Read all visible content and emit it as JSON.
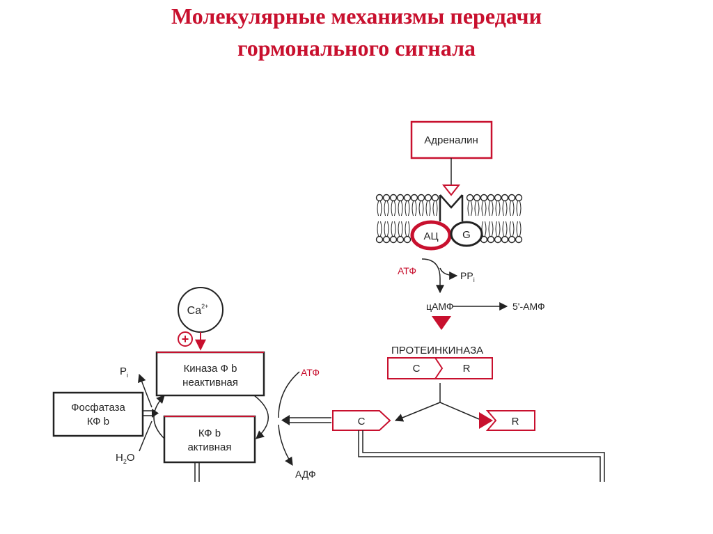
{
  "slide": {
    "title_line1": "Молекулярные механизмы передачи",
    "title_line2": "гормонального сигнала"
  },
  "diagram": {
    "adrenalin": "Адреналин",
    "ac": "АЦ",
    "g": "G",
    "atp_top": "АТФ",
    "ppi": "PP",
    "ppi_sub": "i",
    "camp": "цАМФ",
    "amp5": "5'-АМФ",
    "proteinkinase": "ПРОТЕИНКИНАЗА",
    "c": "C",
    "r": "R",
    "c_free": "C",
    "r_free": "R",
    "ca": "Ca",
    "ca_sup": "2+",
    "plus": "+",
    "kinase_line1": "Киназа  Ф b",
    "kinase_line2": "неактивная",
    "kf_line1": "КФ  b",
    "kf_line2": "активная",
    "phosphatase_line1": "Фосфатаза",
    "phosphatase_line2": "КФ  b",
    "pi": "P",
    "pi_sub": "i",
    "h2o": "H",
    "h2o_sub": "2",
    "h2o_end": "O",
    "atp_mid": "АТФ",
    "adp": "АДФ"
  },
  "colors": {
    "red": "#c8102e",
    "dark": "#222222"
  }
}
